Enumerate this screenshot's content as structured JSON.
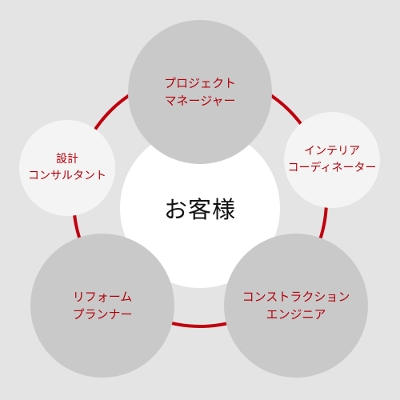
{
  "center": {
    "label": "お客様"
  },
  "nodes": {
    "project_manager": {
      "line1": "プロジェクト",
      "line2": "マネージャー"
    },
    "interior_coordinator": {
      "line1": "インテリア",
      "line2": "コーディネーター"
    },
    "construction_engineer": {
      "line1": "コンストラクション",
      "line2": "エンジニア"
    },
    "reform_planner": {
      "line1": "リフォーム",
      "line2": "プランナー"
    },
    "design_consultant": {
      "line1": "設計",
      "line2": "コンサルタント"
    }
  },
  "colors": {
    "background": "#e4e4e4",
    "ring": "#c0000c",
    "text_accent": "#b5000a",
    "large_circle": "#c9c9c9",
    "small_circle": "#f4f4f4",
    "center_circle": "#ffffff"
  }
}
